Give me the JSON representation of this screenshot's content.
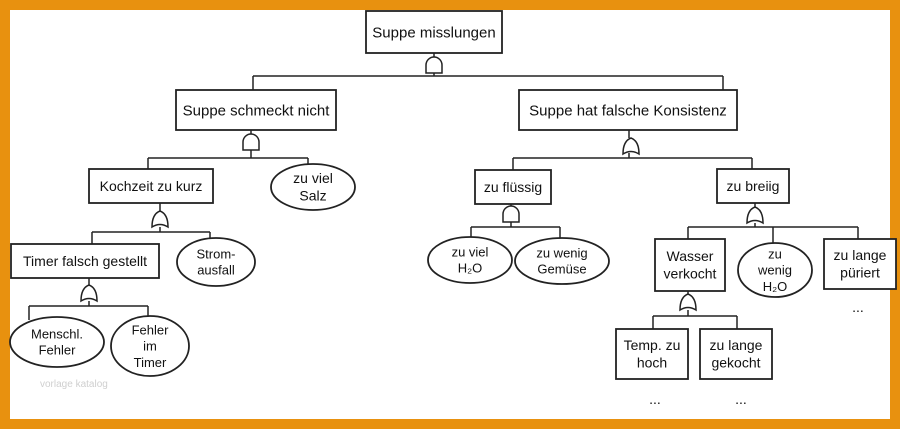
{
  "diagram": {
    "title": "Fehlerbaum – Suppe misslungen",
    "colors": {
      "frame": "#e8910f",
      "line": "#222222",
      "node_fill": "#ffffff"
    },
    "nodes": [
      {
        "id": "root",
        "lines": [
          "Suppe misslungen"
        ]
      },
      {
        "id": "schmeckt",
        "lines": [
          "Suppe schmeckt nicht"
        ]
      },
      {
        "id": "konsistenz",
        "lines": [
          "Suppe hat falsche Konsistenz"
        ]
      },
      {
        "id": "kochzeit",
        "lines": [
          "Kochzeit zu kurz"
        ]
      },
      {
        "id": "salz",
        "lines": [
          "zu viel",
          "Salz"
        ]
      },
      {
        "id": "timer",
        "lines": [
          "Timer falsch gestellt"
        ]
      },
      {
        "id": "strom",
        "lines": [
          "Strom-",
          "ausfall"
        ]
      },
      {
        "id": "menschl",
        "lines": [
          "Menschl.",
          "Fehler"
        ]
      },
      {
        "id": "fehlertimer",
        "lines": [
          "Fehler",
          "im",
          "Timer"
        ]
      },
      {
        "id": "fluessig",
        "lines": [
          "zu flüssig"
        ]
      },
      {
        "id": "breiig",
        "lines": [
          "zu breiig"
        ]
      },
      {
        "id": "vielh2o",
        "lines": [
          "zu viel",
          "H₂O"
        ]
      },
      {
        "id": "weniggemuese",
        "lines": [
          "zu wenig",
          "Gemüse"
        ]
      },
      {
        "id": "wasser",
        "lines": [
          "Wasser",
          "verkocht"
        ]
      },
      {
        "id": "wenigh2o",
        "lines": [
          "zu",
          "wenig",
          "H₂O"
        ]
      },
      {
        "id": "puriert",
        "lines": [
          "zu lange",
          "püriert"
        ]
      },
      {
        "id": "temp",
        "lines": [
          "Temp. zu",
          "hoch"
        ]
      },
      {
        "id": "gekocht",
        "lines": [
          "zu lange",
          "gekocht"
        ]
      }
    ],
    "gates": [
      {
        "id": "g-root",
        "type": "and"
      },
      {
        "id": "g-schmeckt",
        "type": "and"
      },
      {
        "id": "g-konsistenz",
        "type": "or"
      },
      {
        "id": "g-kochzeit",
        "type": "or"
      },
      {
        "id": "g-timer",
        "type": "or"
      },
      {
        "id": "g-fluessig",
        "type": "and"
      },
      {
        "id": "g-breiig",
        "type": "or"
      },
      {
        "id": "g-wasser",
        "type": "or"
      }
    ],
    "continuation": "...",
    "watermark": "vorlage katalog"
  }
}
